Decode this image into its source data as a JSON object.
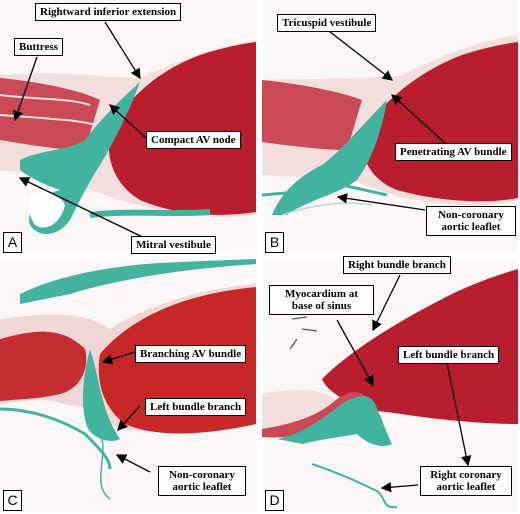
{
  "panels": [
    {
      "letter": "A",
      "labels": {
        "rightward": "Rightward inferior extension",
        "buttress": "Buttress",
        "compact": "Compact AV node",
        "mitral": "Mitral vestibule"
      }
    },
    {
      "letter": "B",
      "labels": {
        "tricuspid": "Tricuspid vestibule",
        "penetrating": "Penetrating AV bundle",
        "noncoronary": "Non-coronary aortic leaflet"
      }
    },
    {
      "letter": "C",
      "labels": {
        "branching": "Branching AV bundle",
        "leftbundle": "Left bundle branch",
        "noncoronary": "Non-coronary aortic leaflet"
      }
    },
    {
      "letter": "D",
      "labels": {
        "rightbundle": "Right bundle branch",
        "myocardium": "Myocardium at base of sinus",
        "leftbundle": "Left bundle branch",
        "rightcoronary": "Right coronary aortic leaflet"
      }
    }
  ],
  "colors": {
    "muscle": "#b81e2e",
    "fibrous": "#43b3a0",
    "background": "#fbf7f6"
  }
}
